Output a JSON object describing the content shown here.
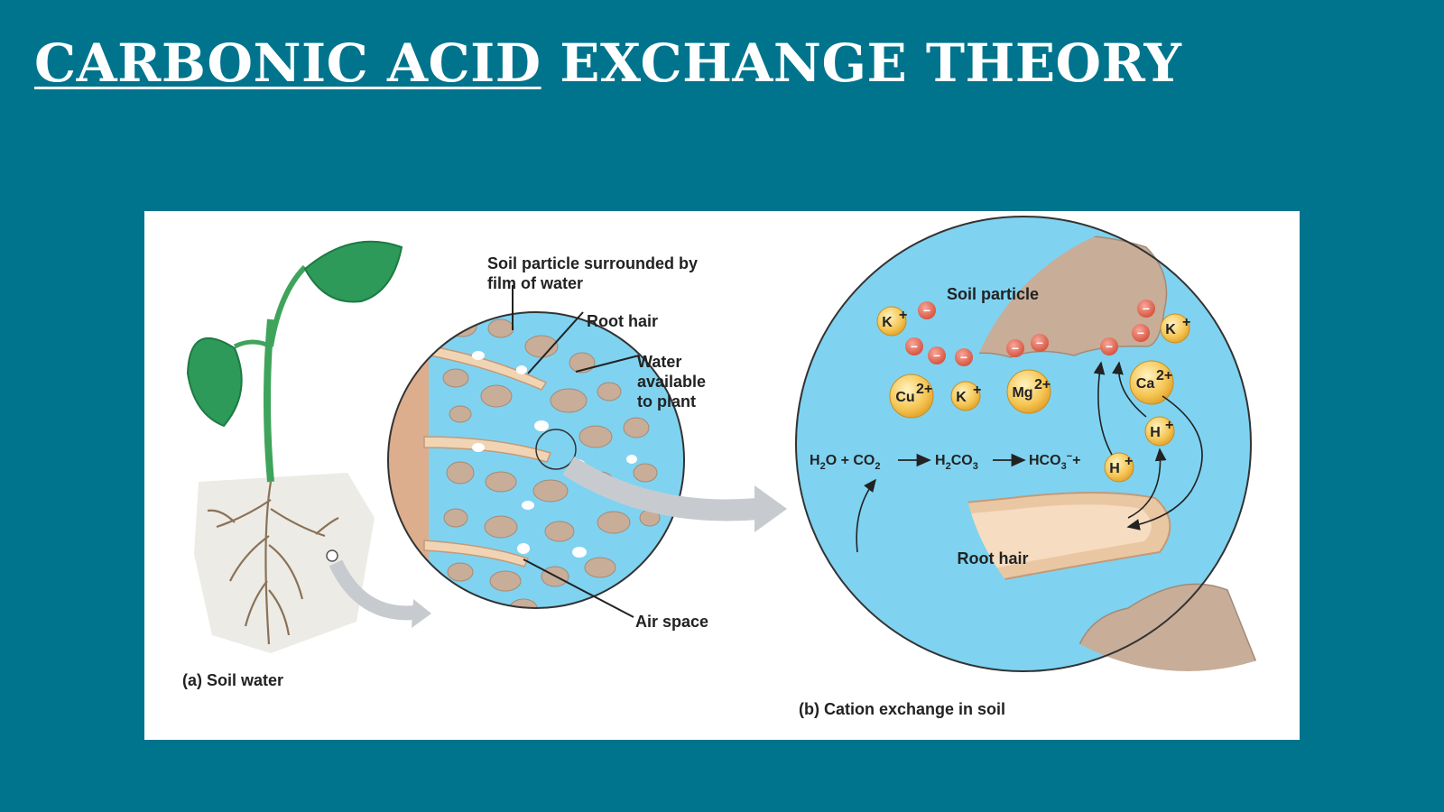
{
  "title": {
    "underlined": "CARBONIC ACID",
    "rest": " EXCHANGE THEORY"
  },
  "figure": {
    "part_a": {
      "caption": "(a) Soil water",
      "label_soil_particle_1": "Soil particle surrounded by",
      "label_soil_particle_2": "film of water",
      "label_root_hair": "Root hair",
      "label_water_1": "Water",
      "label_water_2": "available",
      "label_water_3": "to plant",
      "label_air_space": "Air space"
    },
    "part_b": {
      "caption": "(b) Cation exchange in soil",
      "label_soil_particle": "Soil particle",
      "label_root_hair": "Root hair",
      "ions": {
        "k": "K",
        "cu": "Cu",
        "mg": "Mg",
        "ca": "Ca",
        "h": "H",
        "plus": "+",
        "two_plus": "2+",
        "minus": "−"
      },
      "equation": {
        "h2o": "H",
        "h2o_sub": "2",
        "h2o_o": "O + CO",
        "co2_sub": "2",
        "h2co3_h": "H",
        "h2co3_sub1": "2",
        "h2co3_co": "CO",
        "h2co3_sub2": "3",
        "hco3": "HCO",
        "hco3_sub": "3",
        "hco3_sup": "−",
        "plus": "+"
      }
    }
  },
  "colors": {
    "background": "#00748d",
    "water": "#7fd3f1",
    "soil": "#c8ad98",
    "root": "#e9c7a3"
  }
}
